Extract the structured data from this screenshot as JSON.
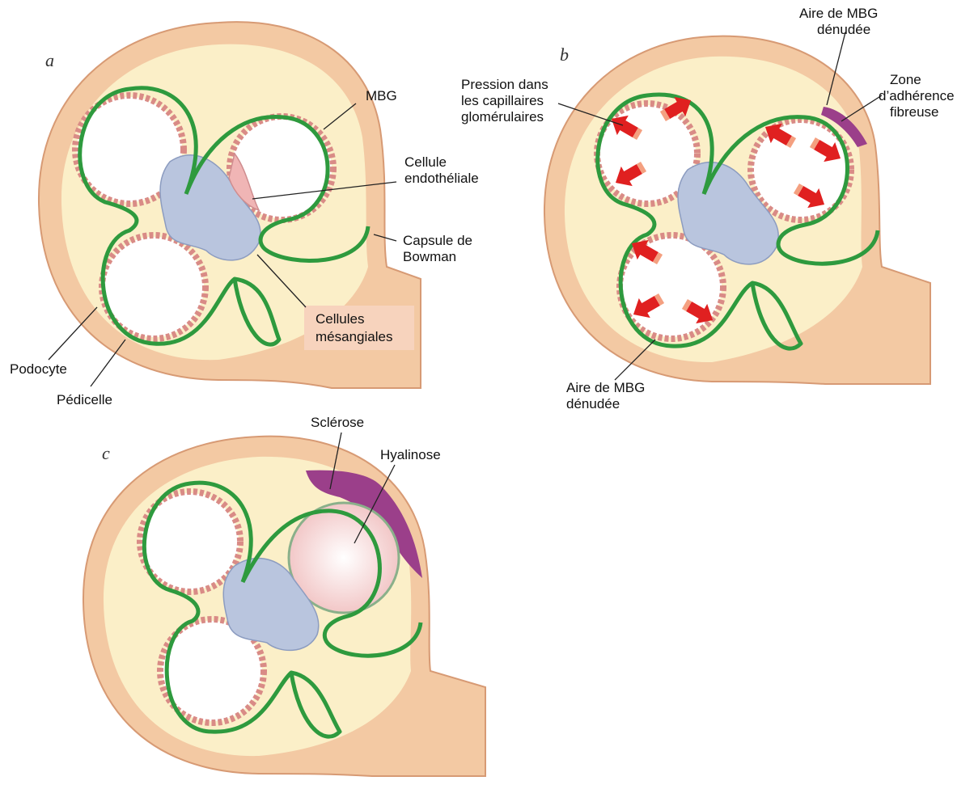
{
  "panels": [
    {
      "letter": "a",
      "labels": {
        "mbg": "MBG",
        "endo_1": "Cellule",
        "endo_2": "endothéliale",
        "capsule_1": "Capsule de",
        "capsule_2": "Bowman",
        "meso_1": "Cellules",
        "meso_2": "mésangiales",
        "podocyte": "Podocyte",
        "pedicelle": "Pédicelle"
      }
    },
    {
      "letter": "b",
      "labels": {
        "denuded_top_1": "Aire de MBG",
        "denuded_top_2": "dénudée",
        "pressure_1": "Pression dans",
        "pressure_2": "les capillaires",
        "pressure_3": "glomérulaires",
        "adhesion_1": "Zone",
        "adhesion_2": "d’adhérence",
        "adhesion_3": "fibreuse",
        "denuded_bottom_1": "Aire de MBG",
        "denuded_bottom_2": "dénudée"
      }
    },
    {
      "letter": "c",
      "labels": {
        "sclerosis": "Sclérose",
        "hyalinosis": "Hyalinose"
      }
    }
  ],
  "colors": {
    "gbm": "#2e9a3e",
    "capsule": "#f3c9a3",
    "mesangial": "#b9c5de",
    "podocyte": "#d98b86",
    "pressure_arrow": "#e02020",
    "sclerosis": "#9b3f8a",
    "label_box": "#f7d3bd"
  }
}
